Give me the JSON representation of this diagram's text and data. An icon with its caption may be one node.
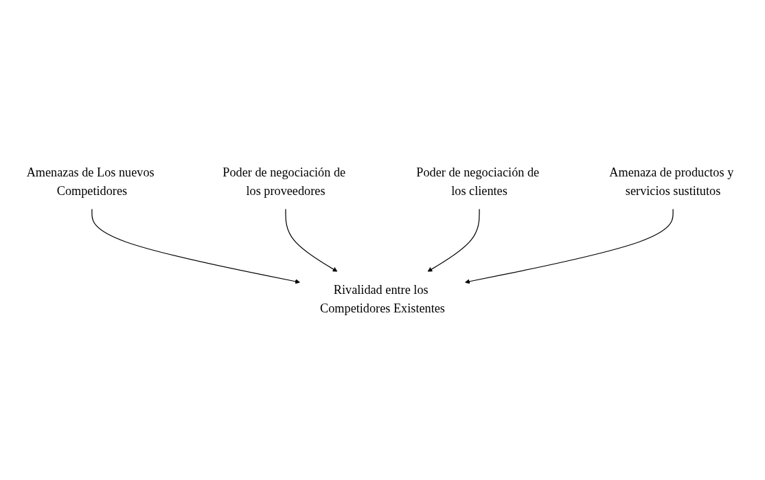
{
  "diagram": {
    "nodes": [
      {
        "text": [
          "Amenazas de Los nuevos Competidores"
        ]
      },
      {
        "text": [
          "Poder de negociación de los proveedores"
        ]
      },
      {
        "text": [
          "Rivalidad entre los Competidores Existentes"
        ]
      },
      {
        "text": [
          "Poder de negociación de los clientes"
        ]
      },
      {
        "text": [
          "Amenaza de productos y servicios sustitutos"
        ]
      }
    ],
    "edges": [
      {
        "from": 0,
        "to": 2,
        "arrow": "to"
      },
      {
        "from": 1,
        "to": 2,
        "arrow": "to"
      },
      {
        "from": 3,
        "to": 2,
        "arrow": "to"
      },
      {
        "from": 4,
        "to": 2,
        "arrow": "to"
      }
    ]
  }
}
